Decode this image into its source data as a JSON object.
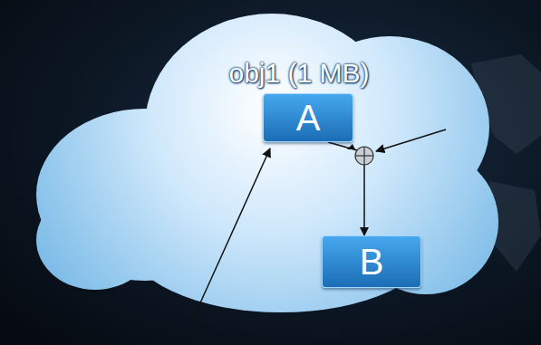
{
  "diagram": {
    "nodes": [
      {
        "text": [
          "A"
        ]
      },
      {
        "text": [
          "B"
        ]
      }
    ],
    "edges": [
      {
        "from": 0,
        "to": 1,
        "arrow": "to"
      }
    ],
    "labels": [
      "obj1 (1 MB)"
    ]
  }
}
